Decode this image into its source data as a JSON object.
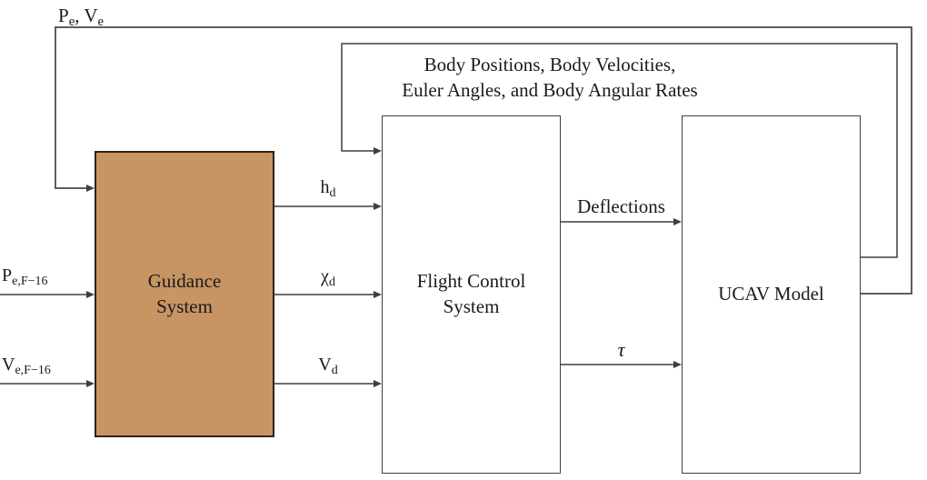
{
  "diagram": {
    "blocks": {
      "guidance": {
        "line1": "Guidance",
        "line2": "System"
      },
      "flight_control": {
        "line1": "Flight Control",
        "line2": "System"
      },
      "ucav": {
        "label": "UCAV Model"
      }
    },
    "feedback_label": {
      "line1": "Body Positions, Body Velocities,",
      "line2": "Euler Angles, and Body Angular Rates"
    },
    "signals": {
      "pe_ve": {
        "base1": "P",
        "sub1": "e",
        "mid": ", V",
        "sub2": "e"
      },
      "pe_f16": {
        "base": "P",
        "sub": "e,F−16"
      },
      "ve_f16": {
        "base": "V",
        "sub": "e,F−16"
      },
      "h_d": {
        "base": "h",
        "sub": "d"
      },
      "chi_d": {
        "base": "χ",
        "sub": "d"
      },
      "v_d": {
        "base": "V",
        "sub": "d"
      },
      "deflections": "Deflections",
      "tau": "τ"
    },
    "colors": {
      "guidance_fill": "#C79463",
      "guidance_border": "#2F2315",
      "line": "#3F3F3F",
      "outer_line": "#5E5E5E",
      "text": "#1A1A1A"
    }
  }
}
